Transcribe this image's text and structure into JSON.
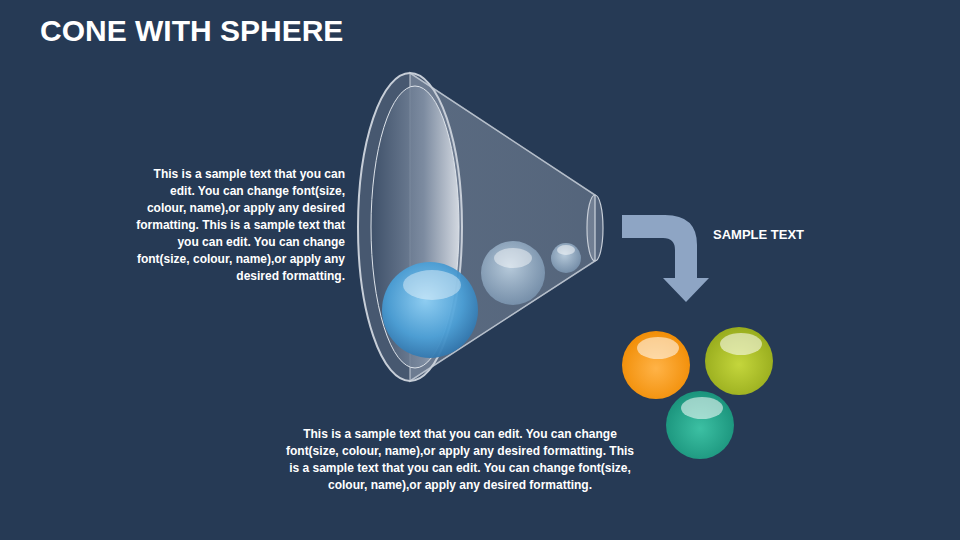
{
  "diagram": {
    "title": "CONE WITH SPHERE",
    "labels": [
      "This is a sample text that you can edit. You can change font(size, colour, name),or apply any desired formatting. This is a sample text that you can edit. You can change font(size, colour, name),or apply any desired formatting.",
      "SAMPLE TEXT",
      "This is a sample text that you can edit. You can change font(size, colour, name),or apply any desired formatting. This is a sample text that you can edit. You can change font(size, colour, name),or apply any desired formatting."
    ]
  }
}
